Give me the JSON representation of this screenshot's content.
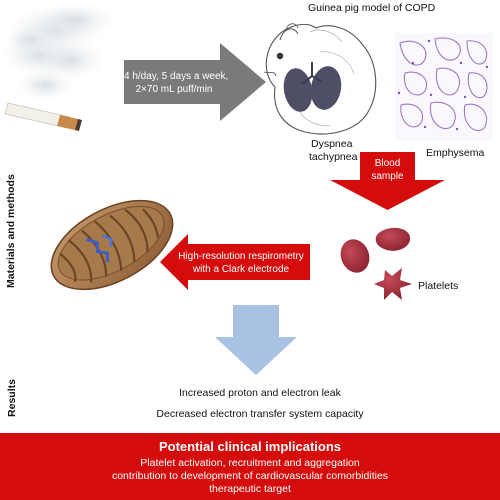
{
  "header": {
    "model_title": "Guinea pig model of COPD"
  },
  "exposure": {
    "line1": "4 h/day, 5 days  a week,",
    "line2": "2×70 mL puff/min"
  },
  "symptoms": {
    "dyspnea": "Dyspnea",
    "tachypnea": "tachypnea",
    "emphysema": "Emphysema"
  },
  "blood_arrow": {
    "line1": "Blood",
    "line2": "sample"
  },
  "platelets_label": "Platelets",
  "respirometry_arrow": {
    "line1": "High-resolution respirometry",
    "line2": "with a Clark electrode"
  },
  "sections": {
    "materials": "Materials and methods",
    "results": "Results"
  },
  "results": {
    "line1": "Increased proton and electron leak",
    "line2": "Decreased electron transfer system capacity"
  },
  "implications": {
    "title": "Potential clinical implications",
    "items": [
      "Platelet activation, recruitment and aggregation",
      "contribution to development of cardiovascular comorbidities",
      "therapeutic target"
    ]
  },
  "colors": {
    "red": "#d40c0c",
    "gray_arrow": "#7a7a7a",
    "blue_arrow": "#a9c1e3",
    "platelet": "#a8323f"
  }
}
